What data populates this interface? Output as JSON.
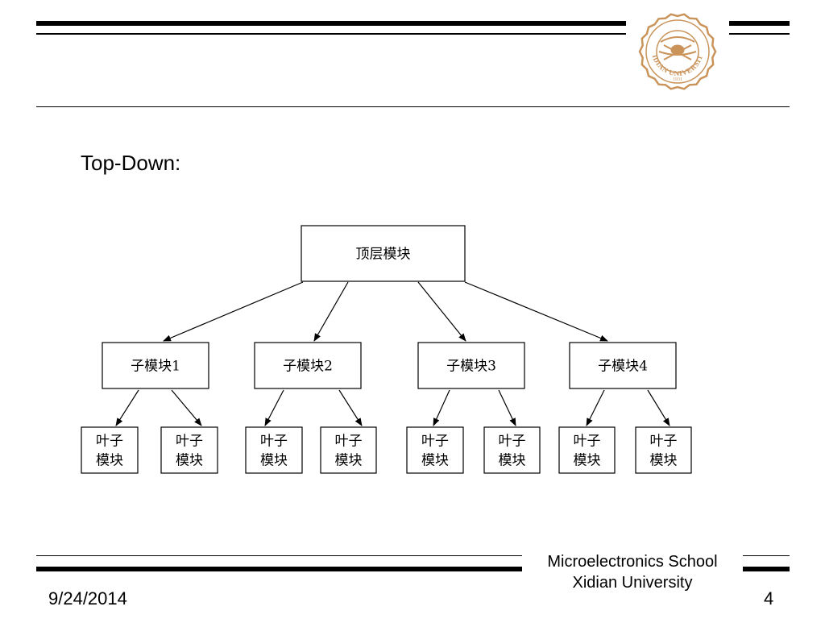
{
  "slide": {
    "title": "Top-Down:"
  },
  "diagram": {
    "root": "顶层模块",
    "submodules": [
      "子模块1",
      "子模块2",
      "子模块3",
      "子模块4"
    ],
    "leaf_line1": "叶子",
    "leaf_line2": "模块"
  },
  "footer": {
    "school_line1": "Microelectronics School",
    "school_line2": "Xidian University",
    "date": "9/24/2014",
    "page": "4"
  },
  "logo": {
    "icon": "xidian-university-seal-icon",
    "text": "XIDIAN UNIVERSITY",
    "year": "1931",
    "color": "#c9935a"
  }
}
